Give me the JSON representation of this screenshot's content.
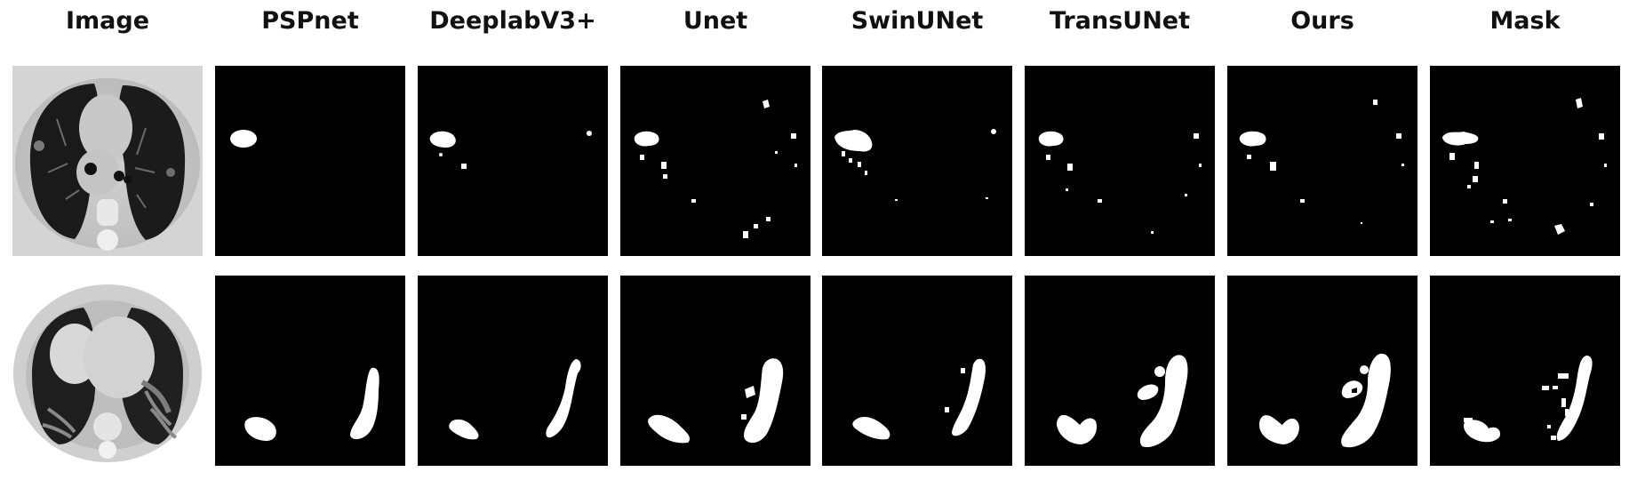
{
  "columns": [
    "Image",
    "PSPnet",
    "DeeplabV3+",
    "Unet",
    "SwinUNet",
    "TransUNet",
    "Ours",
    "Mask"
  ],
  "colors": {
    "background": "#ffffff",
    "mask_bg": "#000000",
    "mask_fg": "#ffffff",
    "header_text": "#111111"
  }
}
